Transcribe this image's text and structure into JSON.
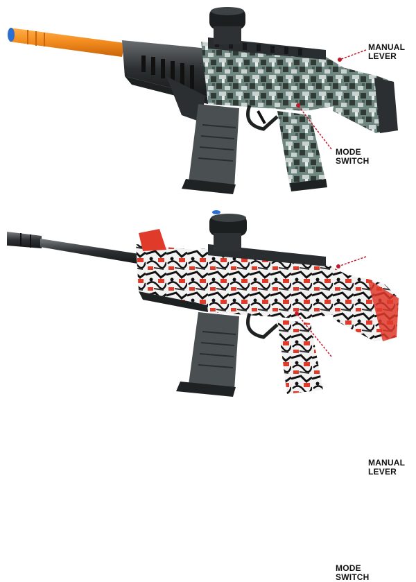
{
  "products": [
    {
      "variant": "digital-camo",
      "labels": {
        "manual_lever": [
          "MANUAL",
          "LEVER"
        ],
        "mode_switch": [
          "MODE",
          "SWITCH"
        ]
      },
      "colors": {
        "barrel_tip": "#f28a1c",
        "camo_dark": "#2f3a35",
        "camo_mid": "#6f8680",
        "camo_light": "#c9d3d0",
        "body": "#3a3d3f"
      }
    },
    {
      "variant": "graffiti",
      "labels": {
        "manual_lever": [
          "MANUAL",
          "LEVER"
        ],
        "mode_switch": [
          "MODE",
          "SWITCH"
        ]
      },
      "colors": {
        "barrel_tip": "#2a2a2a",
        "accent_red": "#e03a2a",
        "ink": "#111111",
        "paper": "#f2f2f2",
        "body": "#3a3d3f"
      }
    }
  ],
  "callout_color": "#c4172c"
}
